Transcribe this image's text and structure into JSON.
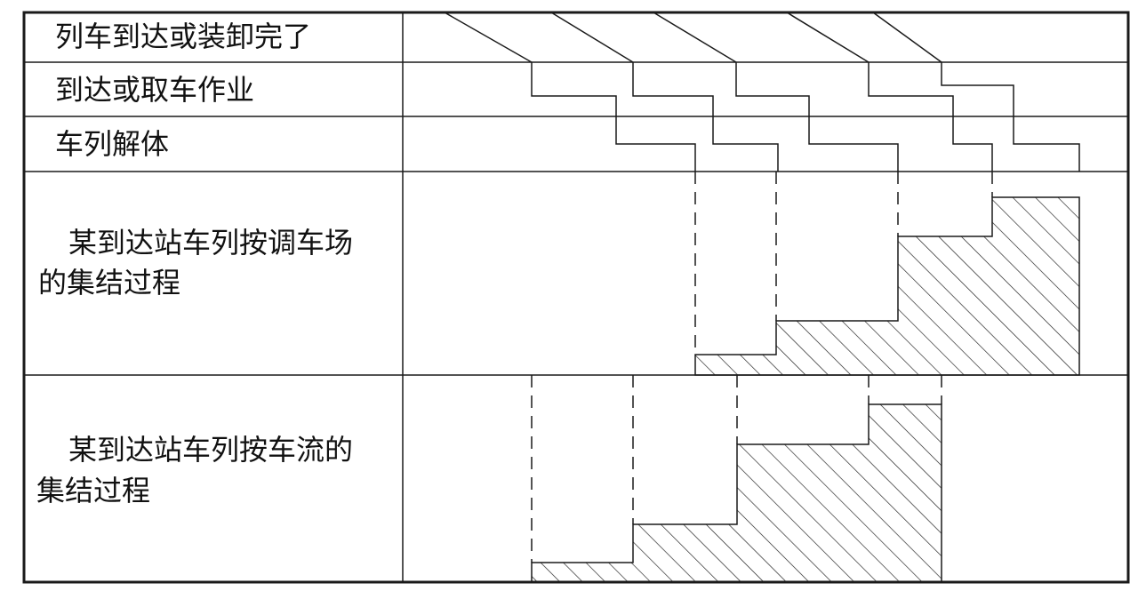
{
  "rows": [
    {
      "label": "列车到达或装卸完了"
    },
    {
      "label": "到达或取车作业"
    },
    {
      "label": "车列解体"
    },
    {
      "label_line1": "某到达站车列按调车场",
      "label_line2": "的集结过程"
    },
    {
      "label_line1": "某到达站车列按车流的",
      "label_line2": "集结过程"
    }
  ],
  "colors": {
    "line": "#1a1a1a",
    "background": "#ffffff"
  }
}
